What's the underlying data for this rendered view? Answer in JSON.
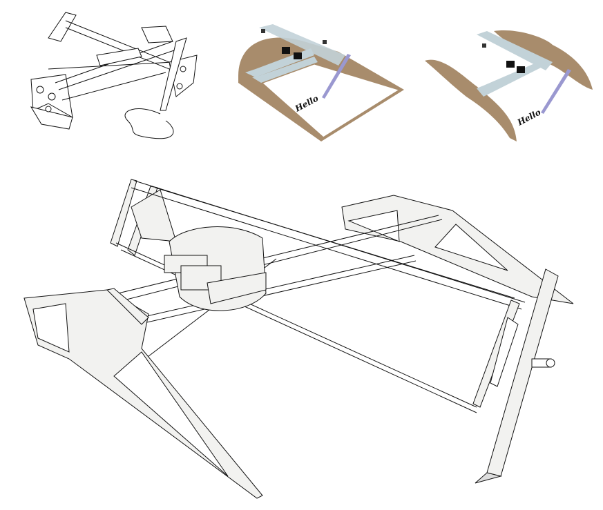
{
  "figure": {
    "panels": [
      {
        "id": "line-sketch"
      },
      {
        "id": "board-version",
        "written_text": "Hello"
      },
      {
        "id": "frame-version",
        "written_text": "Hello"
      },
      {
        "id": "exploded-assembly"
      }
    ]
  },
  "colors": {
    "wood": "#a88c6c",
    "rod": "#c2d2d8",
    "pen": "#9a98d0",
    "part_fill": "#f2f2f0",
    "outline": "#111111"
  }
}
